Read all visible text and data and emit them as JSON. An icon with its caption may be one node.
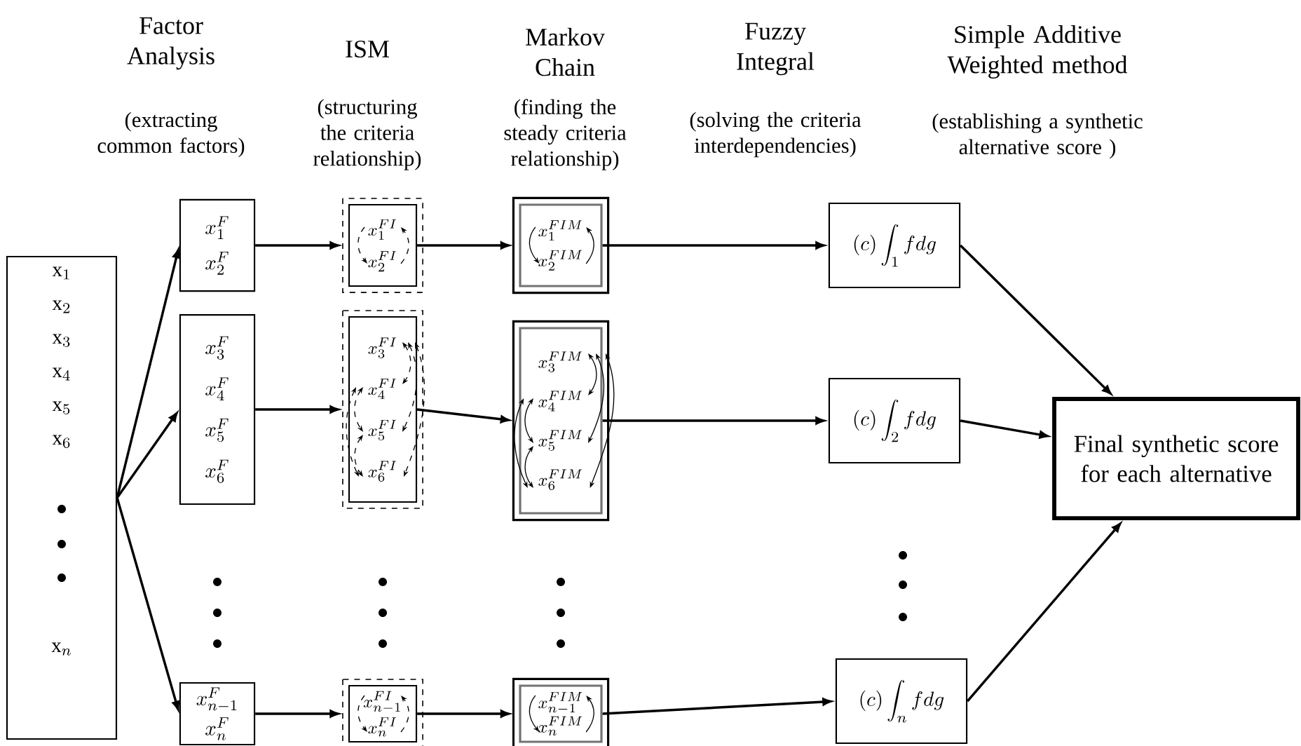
{
  "diagram": {
    "nodes": [
      {
        "text": [
          "\\mathrm{x}_{1}",
          "\\mathrm{x}_{2}",
          "\\mathrm{x}_{3}",
          "\\mathrm{x}_{4}",
          "\\mathrm{x}_{5}",
          "\\mathrm{x}_{6}",
          "\\mathrm{x}_{n}"
        ]
      },
      {
        "text": [
          "x_{1}^{F}",
          "x_{2}^{F}"
        ]
      },
      {
        "text": [
          "x_{3}^{F}",
          "x_{4}^{F}",
          "x_{5}^{F}",
          "x_{6}^{F}"
        ]
      },
      {
        "text": [
          "x_{n-1}^{F}",
          "x_{n}^{F}"
        ]
      },
      {
        "text": [
          "x_{1}^{FI}",
          "x_{2}^{FI}"
        ]
      },
      {
        "text": [
          "x_{3}^{FI}",
          "x_{4}^{FI}",
          "x_{5}^{FI}",
          "x_{6}^{FI}"
        ]
      },
      {
        "text": [
          "x_{n-1}^{FI}",
          "x_{n}^{FI}"
        ]
      },
      {
        "text": [
          "x_{1}^{FIM}",
          "x_{2}^{FIM}"
        ]
      },
      {
        "text": [
          "x_{3}^{FIM}",
          "x_{4}^{FIM}",
          "x_{5}^{FIM}",
          "x_{6}^{FIM}"
        ]
      },
      {
        "text": [
          "x_{n-1}^{FIM}",
          "x_{n}^{FIM}"
        ]
      },
      {
        "text": [
          "(c)\\int_{1} fdg"
        ]
      },
      {
        "text": [
          "(c)\\int_{2} fdg"
        ]
      },
      {
        "text": [
          "(c)\\int_{n} fdg"
        ]
      },
      {
        "text": [
          "Final synthetic score for each alternative"
        ]
      }
    ],
    "edges": [
      {
        "from": 0,
        "to": 1,
        "arrow": "to"
      },
      {
        "from": 0,
        "to": 2,
        "arrow": "to"
      },
      {
        "from": 0,
        "to": 3,
        "arrow": "to"
      },
      {
        "from": 1,
        "to": 4,
        "arrow": "to"
      },
      {
        "from": 2,
        "to": 5,
        "arrow": "to"
      },
      {
        "from": 3,
        "to": 6,
        "arrow": "to"
      },
      {
        "from": 4,
        "to": 7,
        "arrow": "to"
      },
      {
        "from": 5,
        "to": 8,
        "arrow": "to"
      },
      {
        "from": 6,
        "to": 9,
        "arrow": "to"
      },
      {
        "from": 7,
        "to": 10,
        "arrow": "to"
      },
      {
        "from": 8,
        "to": 11,
        "arrow": "to"
      },
      {
        "from": 9,
        "to": 12,
        "arrow": "to"
      },
      {
        "from": 10,
        "to": 13,
        "arrow": "to"
      },
      {
        "from": 11,
        "to": 13,
        "arrow": "to"
      },
      {
        "from": 12,
        "to": 13,
        "arrow": "to"
      }
    ],
    "labels": [
      "Factor Analysis",
      "(extracting common factors)",
      "ISM",
      "(structuring the criteria relationship)",
      "Markov Chain",
      "(finding the steady criteria relationship)",
      "Fuzzy Integral",
      "(solving the criteria interdependencies)",
      "Simple Additive Weighted method",
      "(establishing a synthetic alternative score )"
    ]
  }
}
